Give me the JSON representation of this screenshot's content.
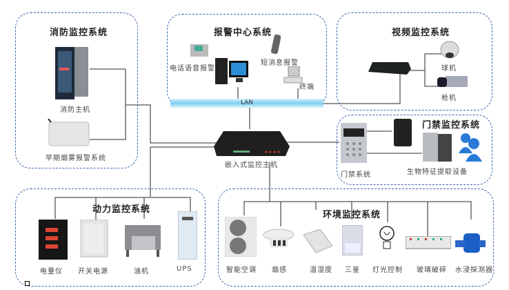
{
  "diagram": {
    "groups": {
      "fire": {
        "title": "消防监控系统",
        "devices": [
          "消防主机",
          "早期烟雾报警系统"
        ]
      },
      "alarm_center": {
        "title": "报警中心系统",
        "devices": [
          "电话语音报警",
          "短消息报警",
          "终端"
        ],
        "network_label": "LAN"
      },
      "video": {
        "title": "视频监控系统",
        "devices": [
          "球机",
          "枪机"
        ]
      },
      "access": {
        "title": "门禁监控系统",
        "devices": [
          "门禁系统",
          "生物特征提取设备"
        ]
      },
      "power": {
        "title": "动力监控系统",
        "devices": [
          "电量仪",
          "开关电源",
          "油机",
          "UPS"
        ]
      },
      "environment": {
        "title": "环境监控系统",
        "devices": [
          "智能空调",
          "烟感",
          "温湿度",
          "三鉴",
          "灯光控制",
          "玻璃破碎",
          "水浸探测器"
        ]
      }
    },
    "center": {
      "label": "嵌入式监控主机"
    },
    "colors": {
      "group_border": "#3d64ad",
      "wire": "#555555",
      "lan": "#7fcff0"
    }
  }
}
